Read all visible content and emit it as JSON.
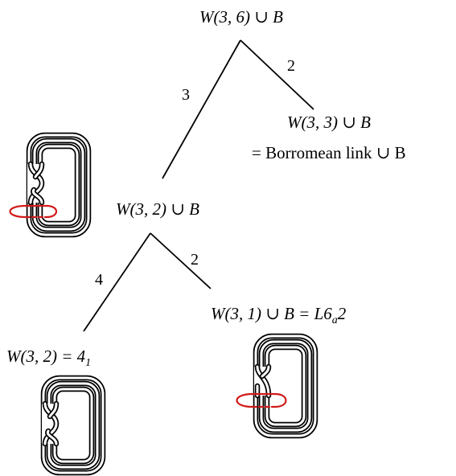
{
  "nodes": {
    "root": "W(3, 6) ∪ B",
    "right_top": "W(3, 3) ∪ B",
    "right_top_eq": "= Borromean link ∪ B",
    "mid": "W(3, 2) ∪ B",
    "left_bottom": "W(3, 2) = 4",
    "left_bottom_sub": "1",
    "right_bottom": "W(3, 1) ∪ B = L6",
    "right_bottom_sub": "a",
    "right_bottom_tail": "2"
  },
  "edges": {
    "root_left": "3",
    "root_right": "2",
    "mid_left": "4",
    "mid_right": "2"
  },
  "colors": {
    "ink": "#000000",
    "unknot_b": "#d11a1a"
  }
}
